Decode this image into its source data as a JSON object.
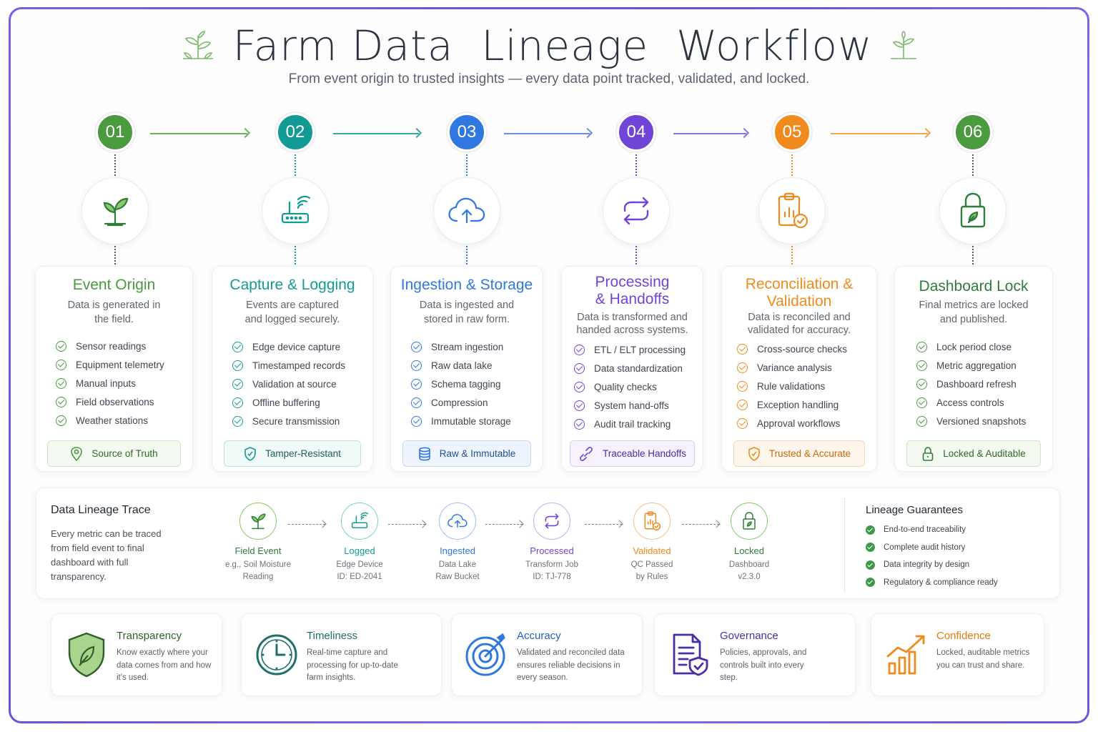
{
  "header": {
    "title": "Farm Data  Lineage  Workflow",
    "subtitle": "From event origin to trusted insights — every data point tracked, validated, and locked."
  },
  "colors": {
    "green": "#4a9a3e",
    "teal": "#119b94",
    "blue": "#2f78e0",
    "purple": "#7045d6",
    "orange": "#f08a1c",
    "darkgreen": "#2f7d3a"
  },
  "steps": [
    {
      "number": "01",
      "icon": "sprout-icon",
      "title": "Event Origin",
      "description": "Data is generated in the field.",
      "items": [
        "Sensor readings",
        "Equipment telemetry",
        "Manual inputs",
        "Field observations",
        "Weather stations"
      ],
      "badge": "Source of Truth",
      "badge_icon": "location-pin-icon"
    },
    {
      "number": "02",
      "icon": "router-icon",
      "title": "Capture & Logging",
      "description": "Events are captured and logged securely.",
      "items": [
        "Edge device capture",
        "Timestamped records",
        "Validation at source",
        "Offline buffering",
        "Secure transmission"
      ],
      "badge": "Tamper-Resistant",
      "badge_icon": "shield-check-icon"
    },
    {
      "number": "03",
      "icon": "cloud-upload-icon",
      "title": "Ingestion & Storage",
      "description": "Data is ingested and stored in raw form.",
      "items": [
        "Stream ingestion",
        "Raw data lake",
        "Schema tagging",
        "Compression",
        "Immutable storage"
      ],
      "badge": "Raw & Immutable",
      "badge_icon": "database-icon"
    },
    {
      "number": "04",
      "icon": "sync-arrows-icon",
      "title": "Processing & Handoffs",
      "description": "Data is transformed and handed across systems.",
      "items": [
        "ETL / ELT processing",
        "Data standardization",
        "Quality checks",
        "System hand-offs",
        "Audit trail tracking"
      ],
      "badge": "Traceable Handoffs",
      "badge_icon": "link-icon"
    },
    {
      "number": "05",
      "icon": "clipboard-chart-icon",
      "title": "Reconciliation & Validation",
      "description": "Data is reconciled and validated for accuracy.",
      "items": [
        "Cross-source checks",
        "Variance analysis",
        "Rule validations",
        "Exception handling",
        "Approval workflows"
      ],
      "badge": "Trusted & Accurate",
      "badge_icon": "shield-check-icon"
    },
    {
      "number": "06",
      "icon": "padlock-leaf-icon",
      "title": "Dashboard Lock",
      "description": "Final metrics are locked and published.",
      "items": [
        "Lock period close",
        "Metric aggregation",
        "Dashboard refresh",
        "Access controls",
        "Versioned snapshots"
      ],
      "badge": "Locked & Auditable",
      "badge_icon": "padlock-icon"
    }
  ],
  "trace": {
    "title": "Data Lineage Trace",
    "description": "Every metric can be traced from field event to final dashboard with full transparency.",
    "nodes": [
      {
        "label": "Field Event",
        "line1": "e.g., Soil Moisture",
        "line2": "Reading",
        "icon": "sprout-icon"
      },
      {
        "label": "Logged",
        "line1": "Edge Device",
        "line2": "ID: ED-2041",
        "icon": "router-icon"
      },
      {
        "label": "Ingested",
        "line1": "Data Lake",
        "line2": "Raw Bucket",
        "icon": "cloud-upload-icon"
      },
      {
        "label": "Processed",
        "line1": "Transform Job",
        "line2": "ID: TJ-778",
        "icon": "sync-arrows-icon"
      },
      {
        "label": "Validated",
        "line1": "QC Passed",
        "line2": "by Rules",
        "icon": "clipboard-chart-icon"
      },
      {
        "label": "Locked",
        "line1": "Dashboard",
        "line2": "v2.3.0",
        "icon": "padlock-leaf-icon"
      }
    ],
    "guarantees_title": "Lineage Guarantees",
    "guarantees": [
      "End-to-end traceability",
      "Complete audit history",
      "Data integrity by design",
      "Regulatory & compliance ready"
    ]
  },
  "values": [
    {
      "title": "Transparency",
      "description": "Know exactly where your data comes from and how it's used.",
      "icon": "shield-leaf-icon"
    },
    {
      "title": "Timeliness",
      "description": "Real-time capture and processing for up-to-date farm insights.",
      "icon": "clock-icon"
    },
    {
      "title": "Accuracy",
      "description": "Validated and reconciled data ensures reliable decisions in every season.",
      "icon": "target-icon"
    },
    {
      "title": "Governance",
      "description": "Policies, approvals, and controls built into every step.",
      "icon": "document-shield-icon"
    },
    {
      "title": "Confidence",
      "description": "Locked, auditable metrics you can trust and share.",
      "icon": "growth-chart-icon"
    }
  ]
}
